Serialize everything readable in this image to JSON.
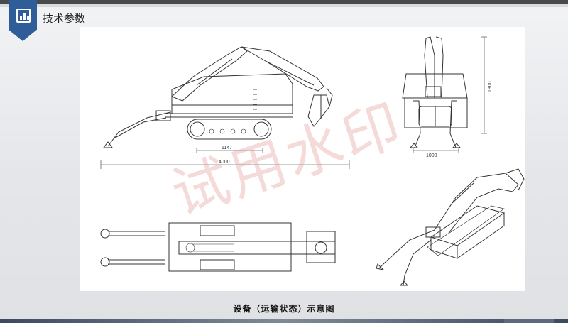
{
  "header": {
    "title": "技术参数",
    "icon": "chart-icon"
  },
  "drawing": {
    "dimensions": {
      "track_length": "1147",
      "total_length": "4000",
      "width": "1000",
      "height": "1800"
    }
  },
  "watermark": "试用水印",
  "caption": "设备（运输状态）示意图",
  "colors": {
    "accent": "#2e5d99",
    "watermark": "#e29696",
    "line": "#333333"
  }
}
